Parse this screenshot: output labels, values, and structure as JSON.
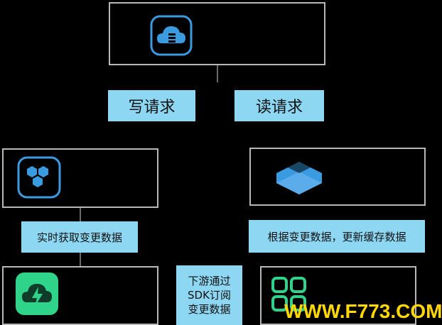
{
  "labels": {
    "write_request": "写请求",
    "read_request": "读请求",
    "realtime_change": "实时获取变更数据",
    "update_cache": "根据变更数据，更新缓存数据",
    "downstream_line1": "下游通过",
    "downstream_line2": "SDK订阅",
    "downstream_line3": "变更数据"
  },
  "icons": {
    "top": "database-cloud-icon",
    "left_middle": "hexagon-cluster-icon",
    "right_middle": "cache-stack-icon",
    "bottom_left": "cloud-lightning-icon",
    "bottom_right": "grid-squares-icon"
  },
  "colors": {
    "background": "#000000",
    "label_fill": "#8ed7f3",
    "icon_blue": "#3a9be0",
    "icon_green": "#2fd38a",
    "watermark": "#ffd800"
  },
  "watermark": "WWW.F773.COM"
}
